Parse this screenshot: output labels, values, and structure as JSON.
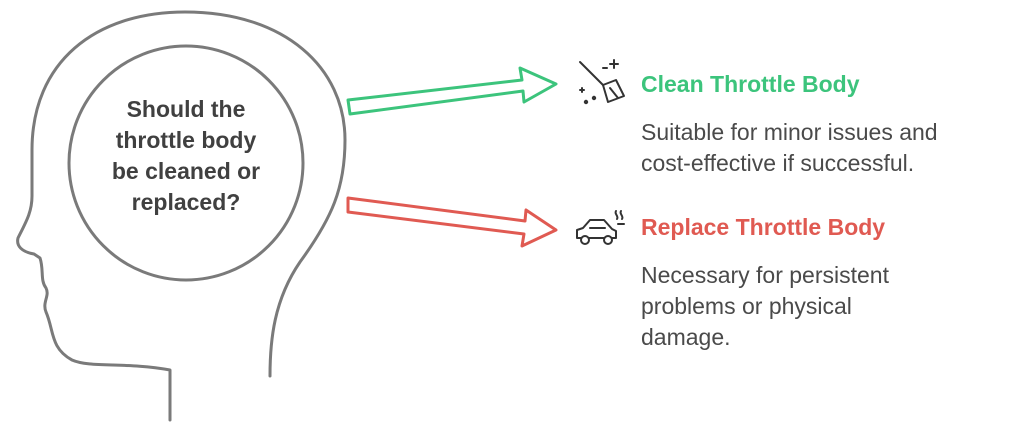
{
  "question": {
    "lines": [
      "Should the",
      "throttle body",
      "be cleaned or",
      "replaced?"
    ]
  },
  "options": [
    {
      "title": "Clean Throttle Body",
      "description_lines": [
        "Suitable for minor issues and",
        "cost-effective if successful."
      ],
      "icon": "broom-sparkles-icon",
      "color": "#3cc47c"
    },
    {
      "title": "Replace Throttle Body",
      "description_lines": [
        "Necessary for persistent",
        "problems or physical",
        "damage."
      ],
      "icon": "car-smoke-icon",
      "color": "#e05a52"
    }
  ],
  "colors": {
    "outline": "#7a7a7a",
    "text": "#404040"
  }
}
